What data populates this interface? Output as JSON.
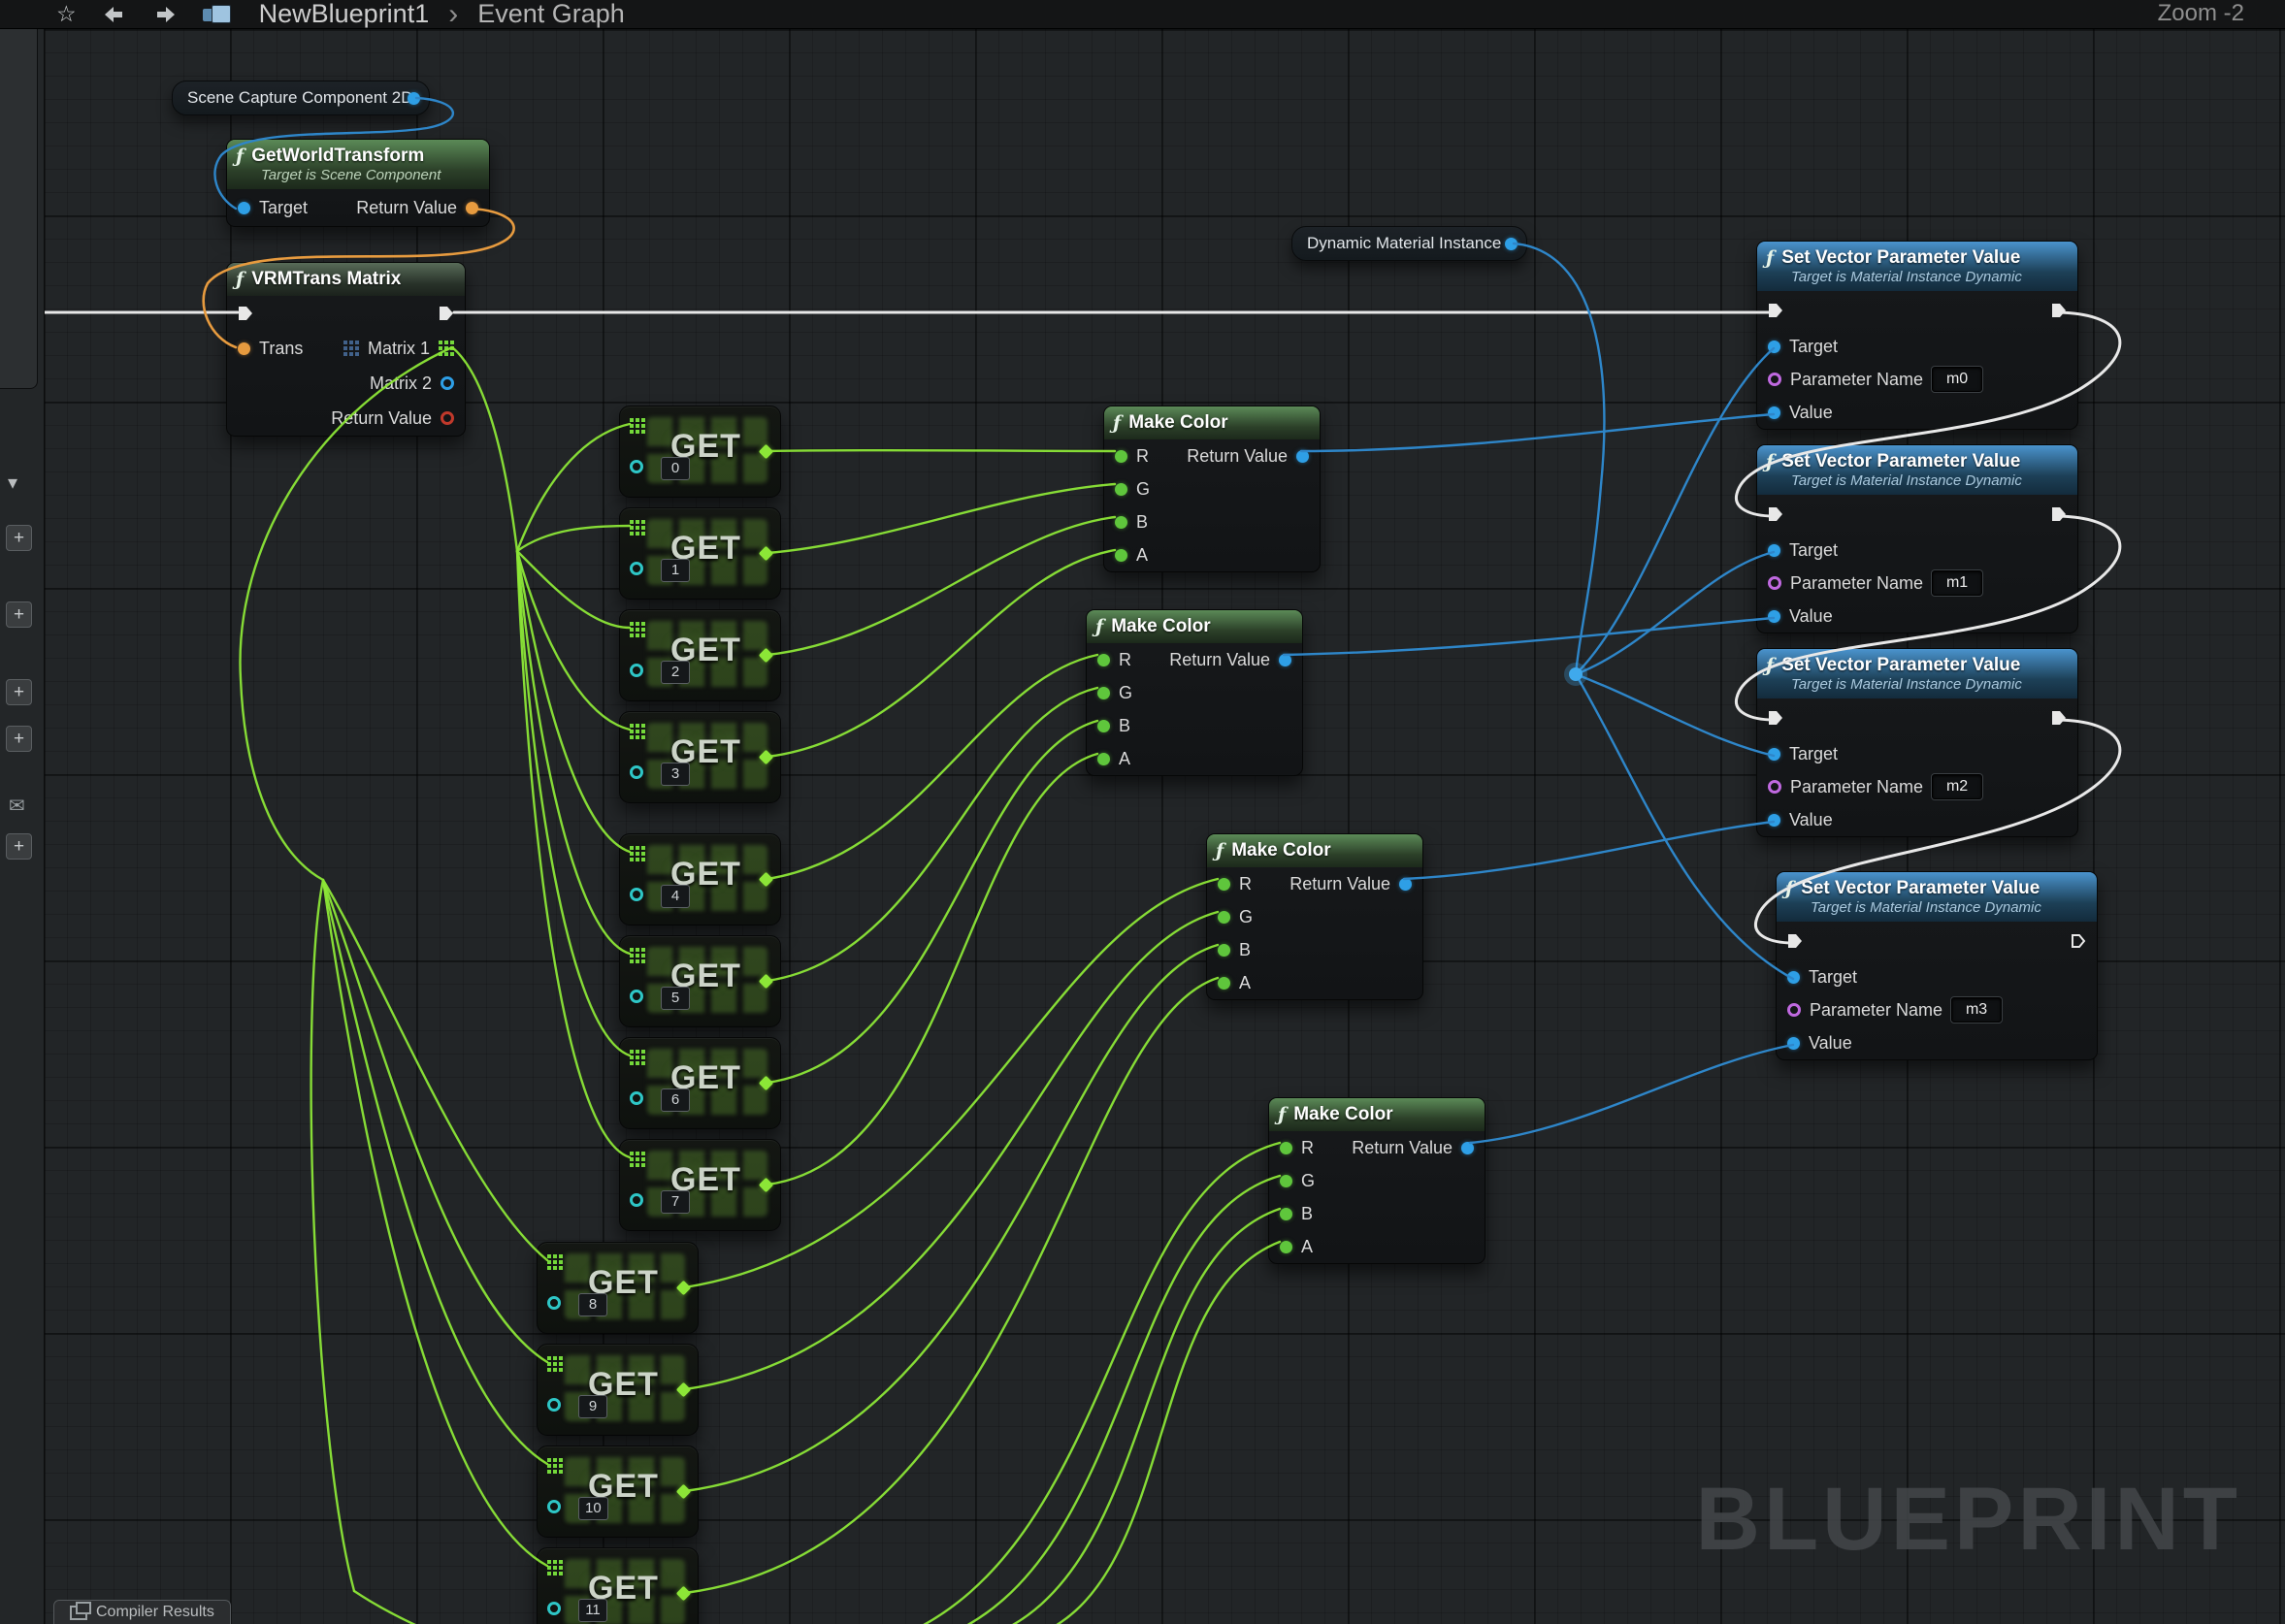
{
  "topbar": {
    "star": "☆",
    "title": "NewBlueprint1",
    "separator": "›",
    "subtitle": "Event Graph",
    "zoom": "Zoom -2"
  },
  "sidebar": {
    "dropdown": "▾",
    "plus": "+",
    "mail": "✉"
  },
  "canvas_watermark": "BLUEPRINT",
  "bottombar": {
    "compiler_tab": "Compiler Results"
  },
  "colors": {
    "wire_exec": "#e8e8e8",
    "wire_green": "#8ce637",
    "wire_blue": "#2e86c9",
    "wire_orange": "#e79b3f",
    "header_green": "#55854f",
    "header_blue": "#3f8ecb",
    "pin_cyan": "#2ec6c6",
    "pin_purple": "#c069e0",
    "pin_red": "#c0392b",
    "watermark": "#43474a"
  },
  "nodes": {
    "fn_icon": "ƒ",
    "scene_capture": {
      "label": "Scene Capture Component 2D"
    },
    "get_world_transform": {
      "title": "GetWorldTransform",
      "subtitle": "Target is Scene Component",
      "target_label": "Target",
      "return_label": "Return Value"
    },
    "vrm_trans": {
      "title": "VRMTrans Matrix",
      "trans_label": "Trans",
      "matrix1_label": "Matrix 1",
      "matrix2_label": "Matrix 2",
      "return_label": "Return Value"
    },
    "dynamic_material": {
      "label": "Dynamic Material Instance"
    },
    "get": {
      "label": "GET",
      "indices": [
        "0",
        "1",
        "2",
        "3",
        "4",
        "5",
        "6",
        "7",
        "8",
        "9",
        "10",
        "11"
      ]
    },
    "make_color": {
      "title": "Make Color",
      "r": "R",
      "g": "G",
      "b": "B",
      "a": "A",
      "return_label": "Return Value"
    },
    "set_vector": {
      "title": "Set Vector Parameter Value",
      "subtitle": "Target is Material Instance Dynamic",
      "target_label": "Target",
      "param_label": "Parameter Name",
      "value_label": "Value",
      "params": [
        "m0",
        "m1",
        "m2",
        "m3"
      ]
    }
  }
}
